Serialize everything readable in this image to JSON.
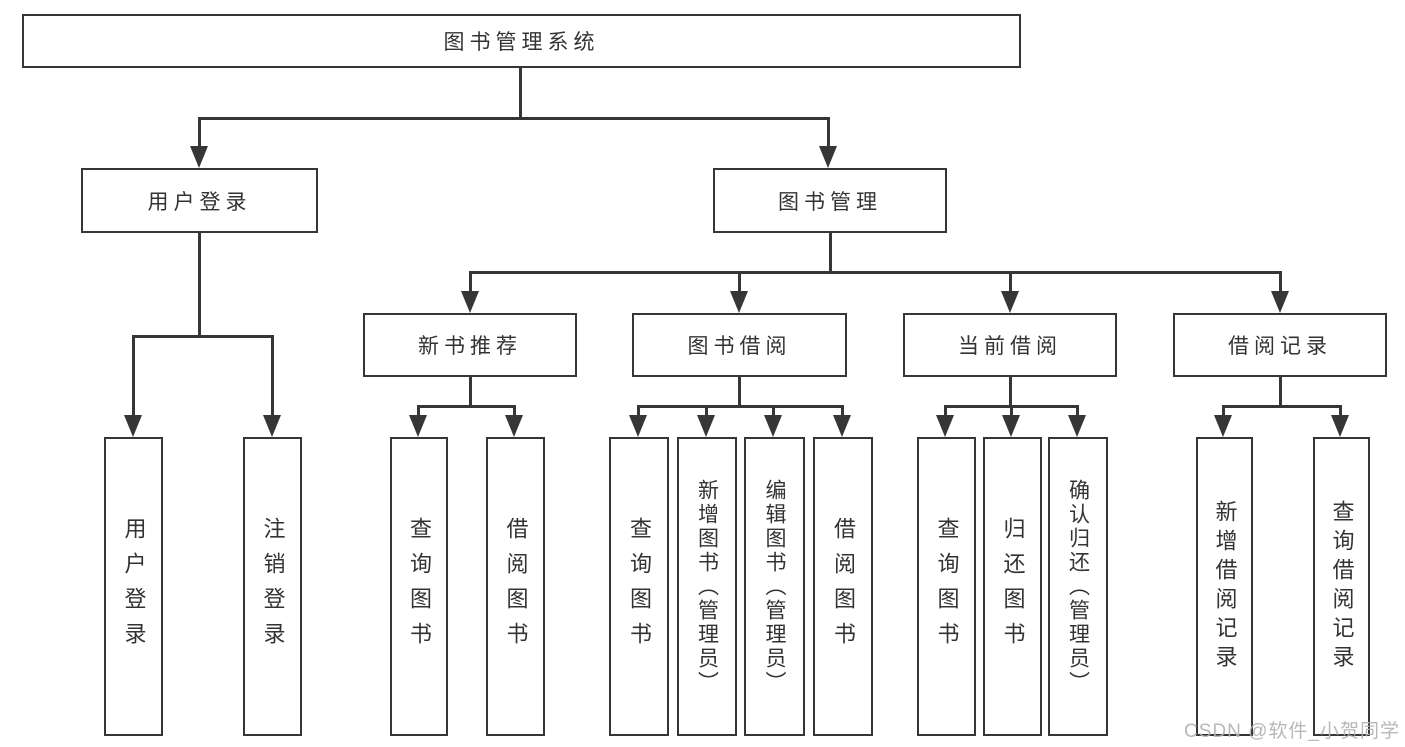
{
  "diagram": {
    "title": "图书管理系统",
    "user_login_branch": {
      "label": "用户登录",
      "children": [
        {
          "label": "用户登录"
        },
        {
          "label": "注销登录"
        }
      ]
    },
    "book_mgmt_branch": {
      "label": "图书管理",
      "groups": [
        {
          "label": "新书推荐",
          "children": [
            {
              "label": "查询图书"
            },
            {
              "label": "借阅图书"
            }
          ]
        },
        {
          "label": "图书借阅",
          "children": [
            {
              "label": "查询图书"
            },
            {
              "label": "新增图书（管理员）"
            },
            {
              "label": "编辑图书（管理员）"
            },
            {
              "label": "借阅图书"
            }
          ]
        },
        {
          "label": "当前借阅",
          "children": [
            {
              "label": "查询图书"
            },
            {
              "label": "归还图书"
            },
            {
              "label": "确认归还（管理员）"
            }
          ]
        },
        {
          "label": "借阅记录",
          "children": [
            {
              "label": "新增借阅记录"
            },
            {
              "label": "查询借阅记录"
            }
          ]
        }
      ]
    }
  },
  "watermark": {
    "text": "CSDN @软件_小贺同学"
  },
  "colors": {
    "line": "#363636",
    "box_border": "#363636",
    "box_background": "#ffffff",
    "text": "#333333",
    "watermark_text": "#b2b2b2",
    "page_background": "#ffffff"
  }
}
